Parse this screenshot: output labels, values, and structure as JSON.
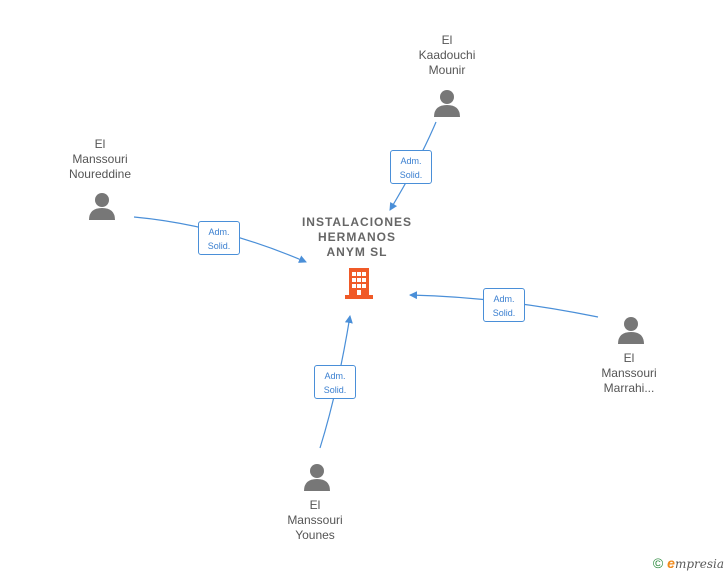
{
  "company": {
    "name_lines": [
      "INSTALACIONES",
      "HERMANOS",
      "ANYM  SL"
    ],
    "icon": "building-icon",
    "color": "#f05a28"
  },
  "people": [
    {
      "id": "kaadouchi",
      "name_lines": [
        "El",
        "Kaadouchi",
        "Mounir"
      ],
      "icon": "person-icon"
    },
    {
      "id": "noureddine",
      "name_lines": [
        "El",
        "Manssouri",
        "Noureddine"
      ],
      "icon": "person-icon"
    },
    {
      "id": "marrahi",
      "name_lines": [
        "El",
        "Manssouri",
        "Marrahi..."
      ],
      "icon": "person-icon"
    },
    {
      "id": "younes",
      "name_lines": [
        "El",
        "Manssouri",
        "Younes"
      ],
      "icon": "person-icon"
    }
  ],
  "relations": [
    {
      "from": "kaadouchi",
      "label_lines": [
        "Adm.",
        "Solid."
      ]
    },
    {
      "from": "noureddine",
      "label_lines": [
        "Adm.",
        "Solid."
      ]
    },
    {
      "from": "marrahi",
      "label_lines": [
        "Adm.",
        "Solid."
      ]
    },
    {
      "from": "younes",
      "label_lines": [
        "Adm.",
        "Solid."
      ]
    }
  ],
  "colors": {
    "edge": "#4a8fd8",
    "person": "#777777",
    "text": "#555555"
  },
  "footer": {
    "copyright_symbol": "©",
    "brand_initial": "e",
    "brand_rest": "mpresia"
  }
}
